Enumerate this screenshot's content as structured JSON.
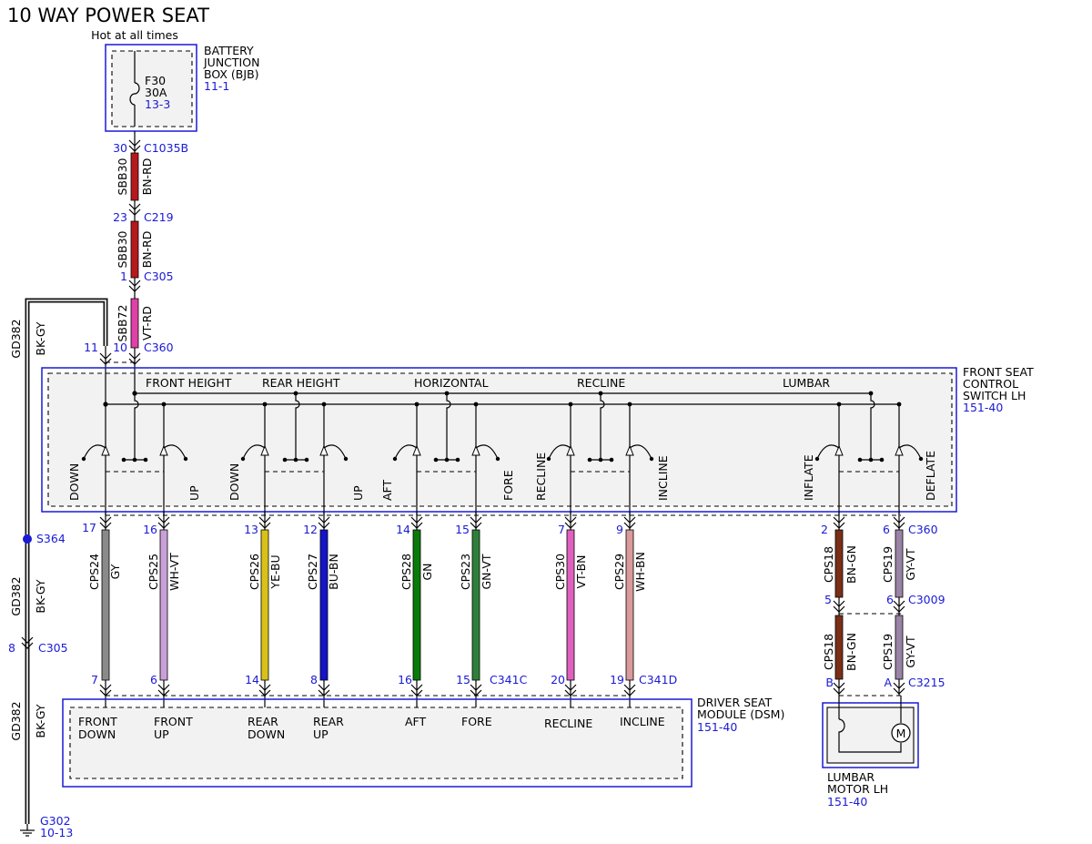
{
  "title": "10 WAY POWER SEAT",
  "colors": {
    "accent_blue": "#1a1ad6",
    "BN-RD": "#b5191c",
    "VT-RD": "#e040a8",
    "GY": "#8a8a8a",
    "WH-VT": "#c9a0d8",
    "YE-BU": "#d8c21a",
    "BU-BN": "#1414c8",
    "GN": "#0a7a0a",
    "GN-VT": "#2f7f3a",
    "VT-BN": "#e060c0",
    "WH-BN": "#d89a9a",
    "BN-GN": "#7a2e17",
    "GY-VT": "#9a84a6",
    "BK-GY": "#111111"
  },
  "bjb": {
    "power_label": "Hot at all times",
    "fuse": "F30",
    "rating": "30A",
    "fuse_ref": "13-3",
    "name_lines": [
      "BATTERY",
      "JUNCTION",
      "BOX (BJB)"
    ],
    "ref": "11-1"
  },
  "feed": [
    {
      "pin": "30",
      "connector": "C1035B",
      "circuit": "SBB30",
      "color": "BN-RD"
    },
    {
      "pin": "23",
      "connector": "C219",
      "circuit": "SBB30",
      "color": "BN-RD"
    },
    {
      "pin": "1",
      "connector": "C305",
      "circuit": "SBB72",
      "color": "VT-RD"
    }
  ],
  "switch": {
    "name_lines": [
      "FRONT SEAT",
      "CONTROL",
      "SWITCH LH"
    ],
    "ref": "151-40",
    "connector": "C360",
    "ground_pin": "11",
    "power_pin": "10",
    "groups": [
      "FRONT HEIGHT",
      "REAR HEIGHT",
      "HORIZONTAL",
      "RECLINE",
      "LUMBAR"
    ],
    "positions": [
      "DOWN",
      "UP",
      "DOWN",
      "UP",
      "AFT",
      "FORE",
      "RECLINE",
      "INCLINE",
      "INFLATE",
      "DEFLATE"
    ]
  },
  "wires": [
    {
      "pin_top": "17",
      "circuit": "CPS24",
      "color": "GY",
      "pin_bottom": "7"
    },
    {
      "pin_top": "16",
      "circuit": "CPS25",
      "color": "WH-VT",
      "pin_bottom": "6"
    },
    {
      "pin_top": "13",
      "circuit": "CPS26",
      "color": "YE-BU",
      "pin_bottom": "14"
    },
    {
      "pin_top": "12",
      "circuit": "CPS27",
      "color": "BU-BN",
      "pin_bottom": "8"
    },
    {
      "pin_top": "14",
      "circuit": "CPS28",
      "color": "GN",
      "pin_bottom": "16"
    },
    {
      "pin_top": "15",
      "circuit": "CPS23",
      "color": "GN-VT",
      "pin_bottom": "15",
      "connector_bottom": "C341C"
    },
    {
      "pin_top": "7",
      "circuit": "CPS30",
      "color": "VT-BN",
      "pin_bottom": "20"
    },
    {
      "pin_top": "9",
      "circuit": "CPS29",
      "color": "WH-BN",
      "pin_bottom": "19",
      "connector_bottom": "C341D"
    }
  ],
  "lumbar": {
    "wires": [
      {
        "pin_top": "2",
        "circuit": "CPS18",
        "color": "BN-GN",
        "pin_mid": "5",
        "pin_bottom": "B"
      },
      {
        "pin_top": "6",
        "circuit": "CPS19",
        "color": "GY-VT",
        "pin_mid": "6",
        "pin_bottom": "A"
      }
    ],
    "connector_top": "C360",
    "connector_mid": "C3009",
    "connector_bottom": "C3215",
    "motor_lines": [
      "LUMBAR",
      "MOTOR LH"
    ],
    "motor_ref": "151-40",
    "motor_symbol": "M"
  },
  "dsm": {
    "name_lines": [
      "DRIVER SEAT",
      "MODULE (DSM)"
    ],
    "ref": "151-40",
    "inputs": [
      [
        "FRONT",
        "DOWN"
      ],
      [
        "FRONT",
        "UP"
      ],
      [
        "REAR",
        "DOWN"
      ],
      [
        "REAR",
        "UP"
      ],
      [
        "AFT"
      ],
      [
        "FORE"
      ],
      [
        "RECLINE"
      ],
      [
        "INCLINE"
      ]
    ]
  },
  "ground": {
    "circuit": "GD382",
    "color": "BK-GY",
    "splice": "S364",
    "inline_pin": "8",
    "inline_connector": "C305",
    "ground_point": "G302",
    "ground_ref": "10-13"
  }
}
